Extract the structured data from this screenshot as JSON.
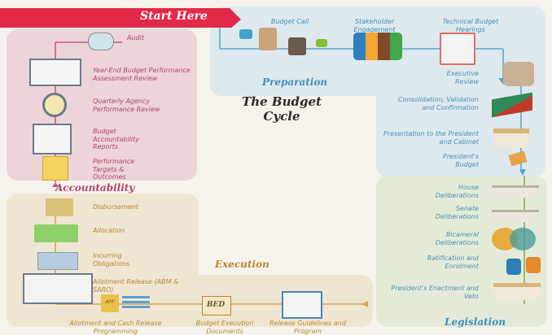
{
  "start_banner": "Start Here",
  "main_title": "The Budget Cycle",
  "sections": {
    "preparation": "Preparation",
    "accountability": "Accountability",
    "execution": "Execution",
    "legislation": "Legislation"
  },
  "preparation_steps": [
    "Budget Call",
    "Stakeholder Engagement",
    "Technical Budget Hearings",
    "Executive Review",
    "Consolidation, Validation and Confirmation",
    "Presentation to the President and Cabinet",
    "President's Budget"
  ],
  "accountability_steps": [
    "Audit",
    "Year-End Budget Performance Assessment Review",
    "Quarterly Agency Performance Review",
    "Budget Accountability Reports",
    "Performance Targets & Outcomes"
  ],
  "execution_steps": [
    "Disbursement",
    "Allocation",
    "Incurring Obligations",
    "Allotment Release (ABM & SARO)",
    "Allotment and Cash Release Programming",
    "Budget Execution Documents",
    "Release Guidelines and Program"
  ],
  "legislation_steps": [
    "House Deliberations",
    "Senate Deliberations",
    "Bicameral Deliberations",
    "Ratification and Enrolment",
    "President's Enactment and Veto"
  ],
  "icon_text": {
    "bed": "BED",
    "apf": "APF"
  },
  "colors": {
    "preparation_bg": "#dde9ec",
    "accountability_bg": "#ecd4d9",
    "execution_bg": "#efe6d2",
    "legislation_bg": "#e3ebd8",
    "banner_red": "#e2294a",
    "preparation_text": "#3f8fbf",
    "accountability_text": "#b0456b",
    "execution_text": "#b8862f",
    "legislation_text": "#4a8fb8"
  }
}
